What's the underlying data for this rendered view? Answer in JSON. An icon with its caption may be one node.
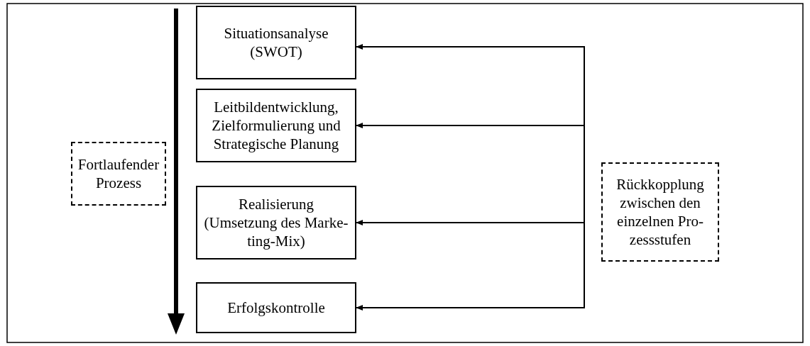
{
  "diagram": {
    "nodes": [
      {
        "text": [
          "Situationsanalyse (SWOT)"
        ]
      },
      {
        "text": [
          "Leitbildentwicklung, Zielformulierung und Strategische Planung"
        ]
      },
      {
        "text": [
          "Realisierung (Umsetzung des Marke- ting-Mix)"
        ]
      },
      {
        "text": [
          "Erfolgskontrolle"
        ]
      },
      {
        "text": [
          "Fortlaufender Prozess"
        ]
      },
      {
        "text": [
          "Rückkopplung zwischen den einzelnen Pro- zessstufen"
        ]
      }
    ],
    "edges": [
      {
        "from": null,
        "to": 0,
        "arrow": "to"
      },
      {
        "from": null,
        "to": 1,
        "arrow": "to"
      },
      {
        "from": null,
        "to": 2,
        "arrow": "to"
      },
      {
        "from": null,
        "to": 3,
        "arrow": "to"
      }
    ]
  }
}
